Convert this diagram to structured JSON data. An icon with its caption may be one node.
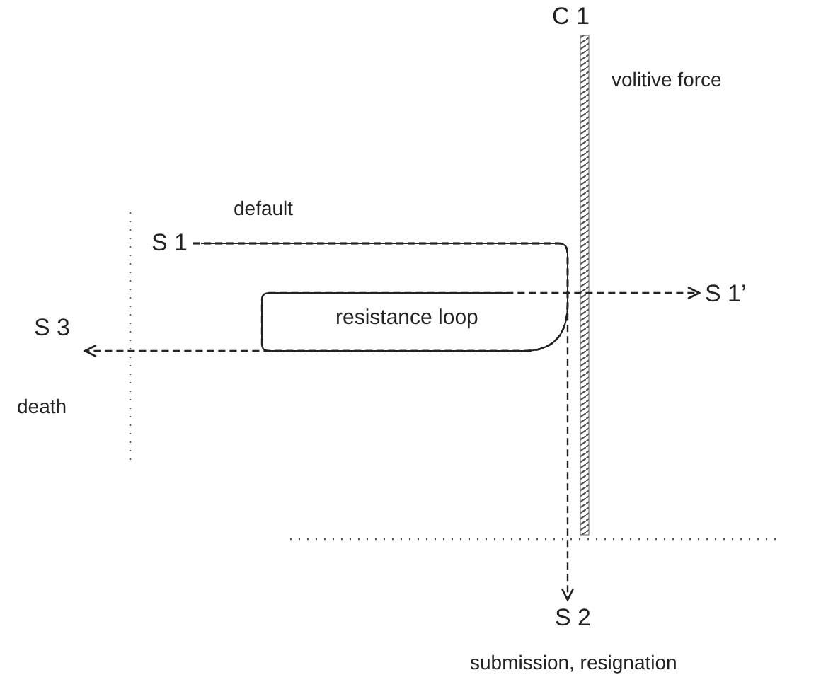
{
  "diagram": {
    "nodes": [
      {
        "text": [
          "S 1"
        ],
        "beside": [
          "default"
        ]
      },
      {
        "text": [
          "C 1"
        ],
        "beside": [
          "volitive force"
        ]
      },
      {
        "text": [
          "S 1’"
        ]
      },
      {
        "text": [
          "S 3"
        ],
        "beside": [
          "death"
        ]
      },
      {
        "text": [
          "S 2"
        ],
        "beside": [
          "submission, resignation"
        ]
      }
    ],
    "edges": [
      {
        "from": 0,
        "to": 2,
        "arrow": "to",
        "style": "dashed"
      },
      {
        "from": 0,
        "to": 3,
        "arrow": "to",
        "style": "dashed"
      },
      {
        "from": 0,
        "to": 4,
        "arrow": "to",
        "style": "dashed"
      }
    ],
    "labels": [
      "resistance loop"
    ]
  }
}
